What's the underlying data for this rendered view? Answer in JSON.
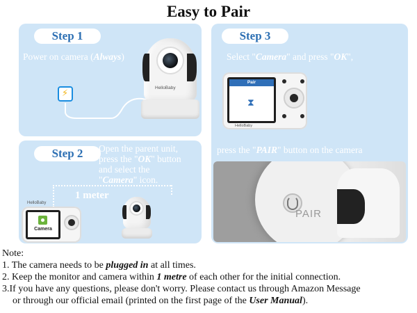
{
  "title": "Easy to Pair",
  "step1": {
    "label": "Step 1",
    "text_a": "Power on camera (",
    "text_em": "Always",
    "text_b": ")"
  },
  "step2": {
    "label": "Step 2",
    "line1": "Open the parent unit,",
    "line2a": "press the \"",
    "line2em": "OK",
    "line2b": "\" button",
    "line3": "and select the",
    "line4a": "\"",
    "line4em": "Camera",
    "line4b": "\" icon.",
    "distance": "1 meter"
  },
  "step3": {
    "label": "Step 3",
    "text1a": "Select \"",
    "text1em": "Camera",
    "text1b": "\" and press \"",
    "text1em2": "OK",
    "text1c": "\",",
    "text2a": "press the \"",
    "text2em": "PAIR",
    "text2b": "\" button on the camera"
  },
  "device": {
    "brand": "HelloBaby",
    "screen_camera": "Camera",
    "screen_pair": "Pair",
    "pair_label": "PAIR"
  },
  "notes": {
    "heading": "Note:",
    "n1a": "1. The camera needs to be ",
    "n1em": "plugged in",
    "n1b": " at all times.",
    "n2a": "2. Keep the monitor and camera within ",
    "n2em": "1 metre",
    "n2b": " of each other for the initial connection.",
    "n3": "3.If you have any questions, please don't worry. Please contact us through Amazon Message",
    "n3b_a": "or through our official email (printed on the first page of the ",
    "n3b_em": "User Manual",
    "n3b_b": ")."
  },
  "icons": [
    "power-adapter-icon",
    "lightning-icon",
    "hourglass-icon"
  ],
  "colors": {
    "panel": "#cfe5f7",
    "step_text": "#2c6fb3",
    "adapter": "#1a8de0"
  }
}
